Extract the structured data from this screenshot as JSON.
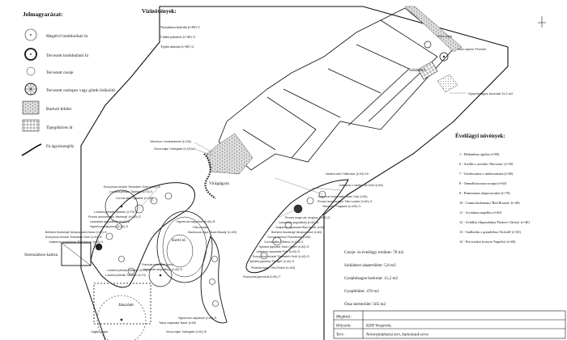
{
  "legend": {
    "title": "Jelmagyarázat:",
    "items": [
      {
        "label": "Meglévő lombhullató fa",
        "icon": "existing-deciduous-tree-icon"
      },
      {
        "label": "Tervezett lombhullató fa",
        "icon": "planned-deciduous-tree-icon"
      },
      {
        "label": "Tervezett cserje",
        "icon": "planned-shrub-icon"
      },
      {
        "label": "Tervezett oszlopos vagy gömb örökzöld",
        "icon": "planned-evergreen-icon"
      },
      {
        "label": "Burkolt felület",
        "icon": "paved-surface-icon"
      },
      {
        "label": "Tipegőköves út",
        "icon": "stepping-stone-path-icon"
      },
      {
        "label": "Fa ágyásszegély",
        "icon": "wooden-bed-edging-icon"
      }
    ]
  },
  "aquatic": {
    "title": "Vízinövények:",
    "items": [
      "Nymphaea hybrida (t=80) /1",
      "Caltha palustris (t=40) /2",
      "Typha minima (t=40) /2"
    ]
  },
  "perennials": {
    "title": "Évelőágyi növények:",
    "items": [
      "1 - Helianthus rigidus (t=80)",
      "6 - Astilbe x arendsii 'Showstar' (t=30)",
      "7 - Tradescantia x andersoniana (t=40)",
      "8 - Omnalhora macrocarpa (t=30)",
      "9 - Pennisetum alopecuroides (t=70)",
      "10 - Canna buchananii 'Red Rooster' (t=40)",
      "11 - Aconitum napellus (t=40)",
      "12 - Achillea filipendulina 'Parker's Variety' (t=40)",
      "13 - Gaillardia x grandiflora 'Kobold' (t=30)",
      "14 - Perovszkia frotoria 'Superba' (t=40)"
    ]
  },
  "areas": {
    "items": [
      "Cserje- és évelőágy területe: 70 m2",
      "Sziklakert alapterülete: 5,8 m2",
      "Gyephézagos burkolat: 11,2 m2",
      "Gyepfelület: 478 m2",
      "Össz kertterület: 565 m2"
    ]
  },
  "title_block": {
    "rows": [
      {
        "label": "Megbízó:",
        "value": ""
      },
      {
        "label": "Helyszín:",
        "value": "8200 Veszprém,"
      },
      {
        "label": "Terv:",
        "value": "Növénykiültetési terv, burkolatok terve"
      }
    ]
  },
  "plan_labels": {
    "sziklakert": "Sziklakert",
    "viragagyas": "Virágágyás",
    "kerti_to": "Kerti tó",
    "szerszamos": "Szerszámos kamra",
    "jatszoter": "Játszótér",
    "gyephezagos": "Gyephézagos burkolat 11,2 m2",
    "salix": "Salix caprea 'Pendula'",
    "pinus": "Pinus nigra"
  },
  "plant_labels": [
    "Viburnum x bodnantense (t=100)",
    "Vinca major 'Variegata' (t=100)/3",
    "Euonymus fortunei 'Emerald'n Gold' (t=40) /8",
    "Lonicera pileata 'Tatarian' (t=70) /1",
    "Cornus alba 'Spaethii' (t=100)",
    "Lonicera pileata 'Tatarian' (t=70) /1",
    "Prunus laurocerasus 'Herbergii' (t=100) /2",
    "Lavandula angustifolia (t=40) /8",
    "Hypericum calycinum (t=40) /2",
    "Berberis thunbergii 'Atropurpurea Nana' (t=40) /4",
    "Euonymus fortunei 'Emerald'n Gold' (t=40) /6",
    "Juniperus scopulorum 'Blue Arrow' (t=60) /1",
    "Lonicera pileata 'Tatarian' (t=70) /1",
    "Hedera helix 'Hibernica' (t=30) /15",
    "Juniperus x media 'Old Gold' (t=60)",
    "Juniperus horizontalis 'Blue Chip' (t=60)",
    "Prunus laurocerasus 'Otto Luyken' (t=60) /2",
    "Viburnum 'Fragrans' (t=100) /1",
    "Prunus mugo var. mughus (t=60) /3",
    "Lavandula angustifolia (t=40) /6",
    "Juniperus squamata 'Blue Arrow' (t=60)",
    "Berberis thunbergii 'Atropurpurea' (t=60)",
    "Cornus sericea 'Flaviramea' (t=60)",
    "Cornus alba 'Sibirica' (t=100) /1",
    "Spiraea japonica 'Gold Carpet' (t=40) /3",
    "Juniperus squamata 'Fritt' (t=40) /3",
    "Euonymus fortunei 'Emerald'n Gold' (t=40) /3",
    "Spiraea japonica 'Firelight' (t=40) /3",
    "Photinia fraseri 'Red Robin' (t=100)",
    "Euonymus japonicus (t=40) /7",
    "Hypericum calycinum (t=40) /5",
    "Taxus cuspidata 'Nana' (t=60)",
    "Vinca major 'Variegata' (t=40) /8",
    "Juglans regia",
    "Fraxinus excelsior 'Aurea'",
    "Lavandula angustifolia (t=40) /5",
    "Hypericum calycinum (t=40) /8",
    "Filla cordata",
    "Sambucus nigra 'Black Beauty' (t=100)",
    "Lonicera pileata 'Tatarian' (t=70)"
  ]
}
